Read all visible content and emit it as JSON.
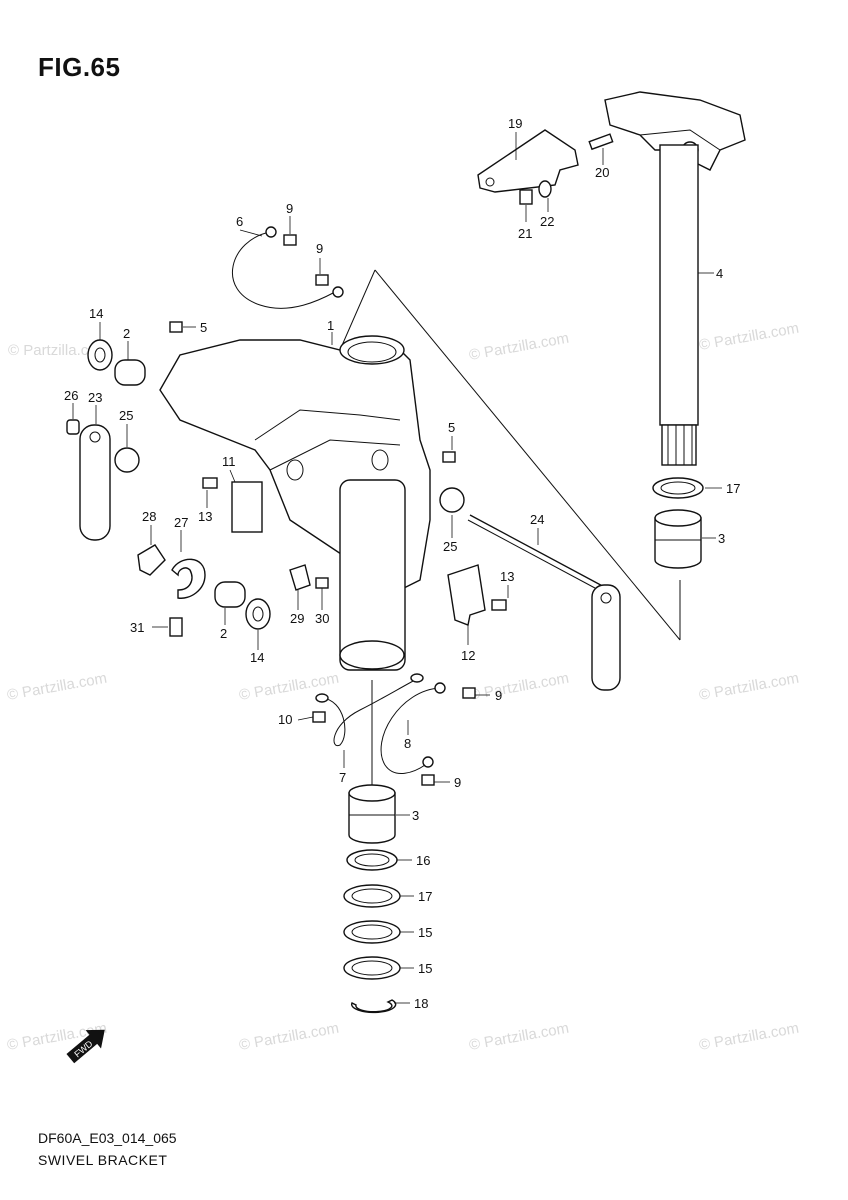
{
  "figure": {
    "title": "FIG.65"
  },
  "footer": {
    "code": "DF60A_E03_014_065",
    "caption": "SWIVEL BRACKET"
  },
  "watermark": {
    "text": "© Partzilla.com"
  },
  "fwd_label": "FWD",
  "callouts": [
    "1",
    "2",
    "2",
    "3",
    "3",
    "4",
    "5",
    "5",
    "6",
    "7",
    "8",
    "9",
    "9",
    "9",
    "9",
    "10",
    "11",
    "12",
    "13",
    "13",
    "14",
    "14",
    "15",
    "15",
    "16",
    "17",
    "17",
    "18",
    "19",
    "20",
    "21",
    "22",
    "23",
    "24",
    "25",
    "25",
    "26",
    "27",
    "28",
    "29",
    "30",
    "31"
  ]
}
